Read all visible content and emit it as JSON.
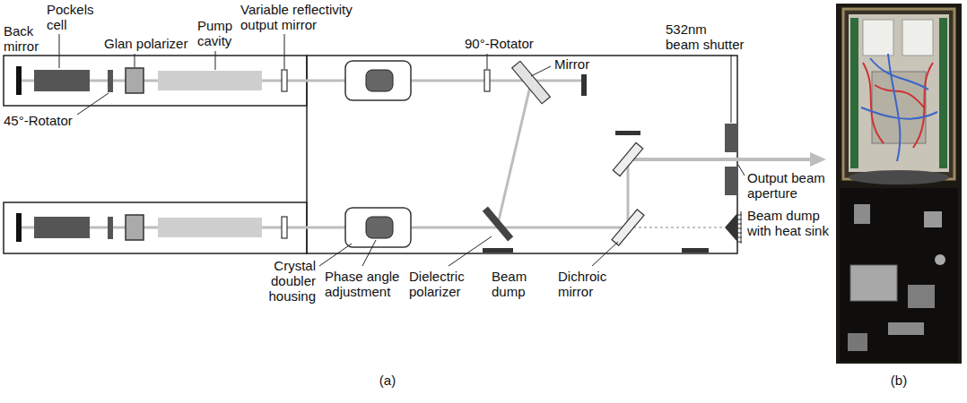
{
  "diagram": {
    "labels": [
      "Pockels cell",
      "Variable reflectivity output mirror",
      "Back mirror",
      "Glan polarizer",
      "Pump cavity",
      "90°-Rotator",
      "Mirror",
      "532nm beam shutter",
      "45°-Rotator",
      "Output beam aperture",
      "Beam dump with heat sink",
      "Crystal doubler housing",
      "Phase angle adjustment",
      "Dielectric polarizer",
      "Beam dump",
      "Dichroic mirror",
      "(a)",
      "(b)"
    ]
  }
}
